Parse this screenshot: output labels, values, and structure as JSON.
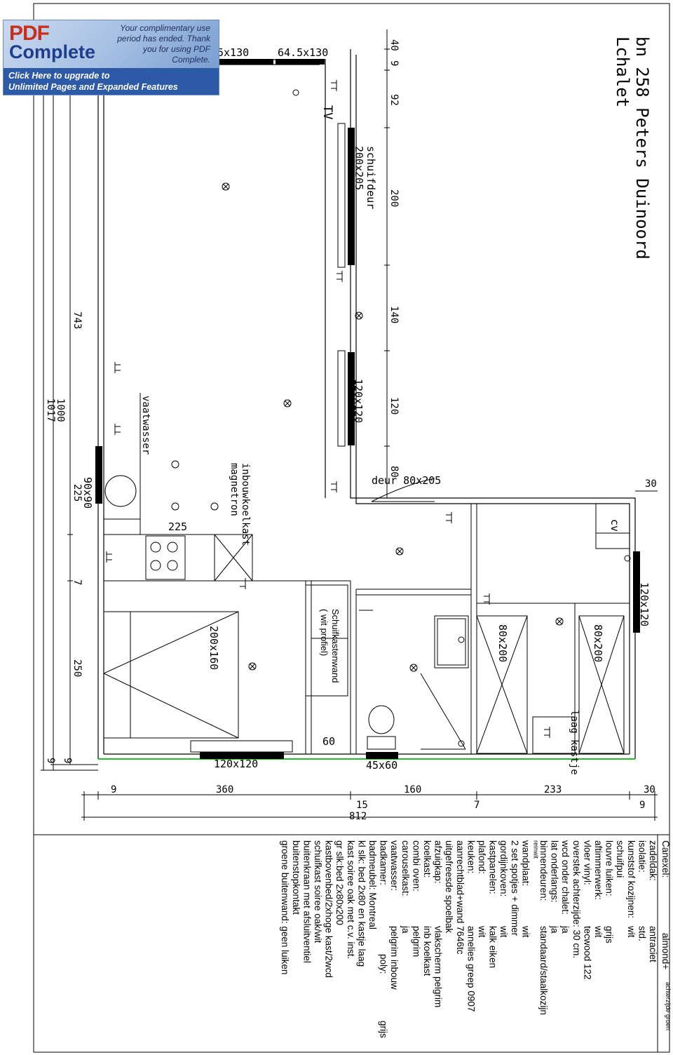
{
  "drawing": {
    "title_line1": "bn 258 Peters Duinoord",
    "title_line2": "Lchalet",
    "labels": {
      "top_window_1": "5x130",
      "top_window_2": "64.5x130",
      "tv": "TV",
      "sliding_door": "schuifdeur",
      "sliding_door_size": "200x205",
      "window_120": "120x120",
      "door": "deur 80x205",
      "cv": "cv",
      "bed_lower": "80x200",
      "bed_upper": "80x200",
      "low_cabinet": "laag kastje",
      "fridge": "inbouwkoelkast",
      "microwave": "magnetron",
      "dishwasher": "vaatwasser",
      "window_90": "90x90",
      "main_bed": "200x160",
      "wardrobe": "Schuifkastenwand",
      "wardrobe_note": "( wit profiel)",
      "window_right": "120x120",
      "window_bottom": "120x120",
      "window_45": "45x60",
      "dim_60": "60",
      "dim_225b": "225"
    },
    "dims_top": [
      "40",
      "9",
      "92",
      "200",
      "140",
      "120",
      "80",
      "30"
    ],
    "dims_left": [
      "743",
      "1000",
      "1017",
      "225",
      "7",
      "250",
      "9",
      "9"
    ],
    "dims_bottom": [
      "9",
      "360",
      "160",
      "15",
      "7",
      "233",
      "30",
      "9",
      "812"
    ]
  },
  "specs": {
    "canexel": "Canexel:",
    "canexel_val": "almond+",
    "canexel_note": "achterzijde groen",
    "rows": [
      [
        "zadeldak:",
        "antraciet"
      ],
      [
        "isolatie:",
        "std."
      ],
      [
        "kunststof kozijnen:",
        "wit"
      ],
      [
        "schuifpui",
        ""
      ],
      [
        "louvre luiken:",
        "grijs"
      ],
      [
        "aftimmerwerk:",
        "wit"
      ],
      [
        "vloer vinyl:",
        "tecwood 122"
      ],
      [
        "overstek achterzijde: 30 cm.",
        ""
      ],
      [
        "wcd onder chalet:",
        "ja"
      ],
      [
        "lat onderlangs:",
        "ja"
      ],
      [
        "binnendeuren:",
        "standaard/staalkozijn"
      ]
    ],
    "reinwit": "reinwit",
    "rows2": [
      [
        "wandplaat:",
        "wit"
      ],
      [
        "2 set spotjes + dimmer",
        ""
      ],
      [
        "gordijnkoven:",
        "wit"
      ],
      [
        "kastpanelen:",
        "kalk eiken"
      ],
      [
        "plafond:",
        "wit"
      ],
      [
        "keuken:",
        "annelies greep 0907"
      ],
      [
        "aanrechtblad+wand 7646tc",
        ""
      ],
      [
        "uitgefreesde spoelbak",
        ""
      ],
      [
        "afzuigkap:",
        "vlakscherm pelgrim"
      ],
      [
        "koelkast:",
        "inb koelkast"
      ],
      [
        "combi oven:",
        "pelgrim"
      ],
      [
        "carouselkast:",
        "ja"
      ],
      [
        "vaatwasser:",
        "pelgrim inbouw"
      ],
      [
        "badkamer:",
        "poly:",
        "grijs"
      ],
      [
        "badmeubel: Montreal",
        ""
      ],
      [
        "kl slk: bed 2x80 en kastje laag",
        ""
      ],
      [
        "kast soiree oak met c.v. inst.",
        ""
      ],
      [
        "gr slk:bed 2x80x200",
        ""
      ],
      [
        "kastbovenbed/2xhoge kast/2wcd",
        ""
      ],
      [
        "schuifkast soiree oak/wit",
        ""
      ],
      [
        "buitenkraan met afsluitventiel",
        ""
      ],
      [
        "buitenstopkontakt",
        ""
      ],
      [
        "groene buitenwand: geen luiken",
        ""
      ]
    ]
  },
  "banner": {
    "pdf": "PDF",
    "complete": "Complete",
    "message": "Your complimentary use period has ended. Thank you for using PDF Complete.",
    "upgrade_line1": "Click Here to upgrade to",
    "upgrade_line2": "Unlimited Pages and Expanded Features"
  }
}
